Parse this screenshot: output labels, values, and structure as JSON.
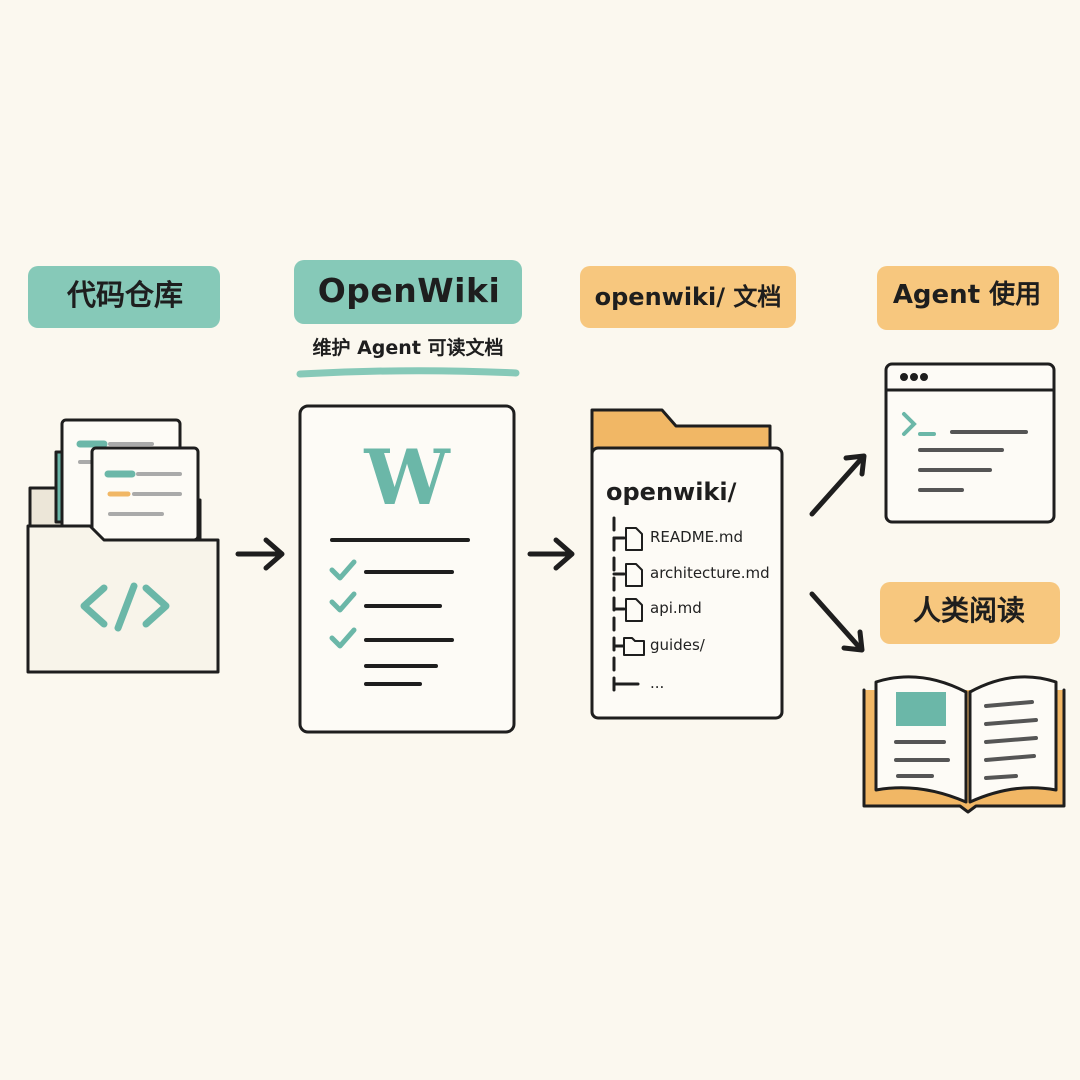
{
  "colors": {
    "background": "#fbf8ef",
    "teal": "#6bb7a8",
    "teal_highlight": "#86c9b8",
    "orange_highlight": "#f7c77e",
    "orange": "#f1b765",
    "ink": "#1e1e1e"
  },
  "steps": {
    "repo": {
      "label": "代码仓库",
      "icon": "code-folder-icon"
    },
    "openwiki": {
      "label": "OpenWiki",
      "sublabel": "维护 Agent 可读文档",
      "logo_letter": "W",
      "icon": "wiki-document-icon"
    },
    "docs": {
      "label": "openwiki/ 文档",
      "folder_title": "openwiki/",
      "files": [
        "README.md",
        "architecture.md",
        "api.md",
        "guides/",
        "..."
      ],
      "icon": "open-folder-icon"
    },
    "agent": {
      "label": "Agent 使用",
      "icon": "terminal-window-icon"
    },
    "human": {
      "label": "人类阅读",
      "icon": "open-book-icon"
    }
  }
}
